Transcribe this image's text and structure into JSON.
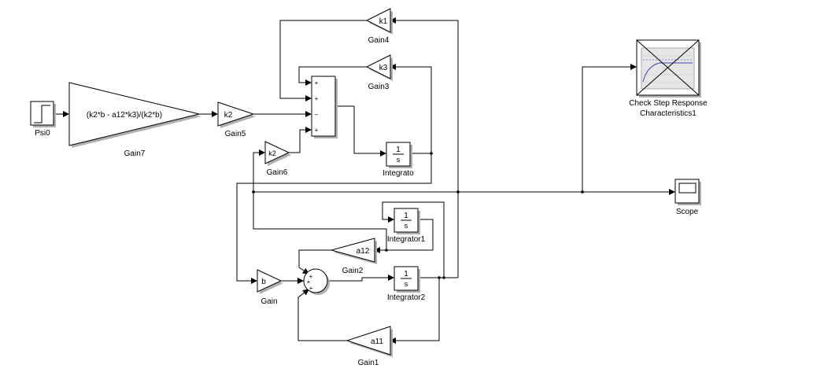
{
  "blocks": {
    "psi0": {
      "label": "Psi0"
    },
    "gain7": {
      "label": "Gain7",
      "expr": "(k2*b - a12*k3)/(k2*b)"
    },
    "gain5": {
      "label": "Gain5",
      "value": "k2"
    },
    "gain4": {
      "label": "Gain4",
      "value": "k1"
    },
    "gain3": {
      "label": "Gain3",
      "value": "k3"
    },
    "gain6": {
      "label": "Gain6",
      "value": "k2"
    },
    "sum_top": {
      "signs": [
        "+",
        "+",
        "–",
        "+"
      ]
    },
    "integrator": {
      "label": "Integrato",
      "num": "1",
      "den": "s"
    },
    "integrator1": {
      "label": "Integrator1",
      "num": "1",
      "den": "s"
    },
    "integrator2": {
      "label": "Integrator2",
      "num": "1",
      "den": "s"
    },
    "gain2": {
      "label": "Gain2",
      "value": "a12"
    },
    "gain": {
      "label": "Gain",
      "value": "b"
    },
    "gain1": {
      "label": "Gain1",
      "value": "a11"
    },
    "sum_round": {
      "signs": [
        "+",
        "+",
        "+"
      ]
    },
    "check_step": {
      "label_line1": "Check Step Response",
      "label_line2": "Characteristics1"
    },
    "scope": {
      "label": "Scope"
    }
  }
}
